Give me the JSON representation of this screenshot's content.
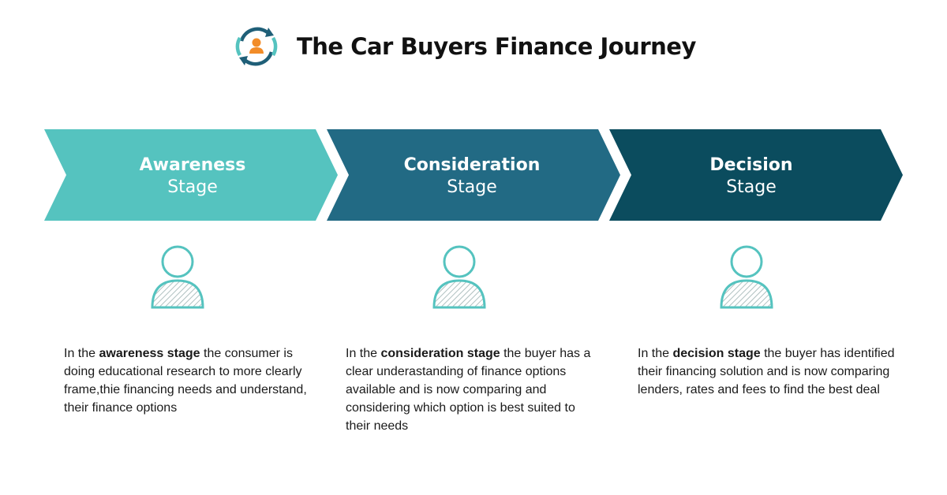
{
  "header": {
    "title": "The Car Buyers Finance Journey",
    "icon": "person-cycle-icon"
  },
  "colors": {
    "awareness": "#55c3bf",
    "consideration": "#226a84",
    "decision": "#0b4c5e",
    "person_outline": "#55c3bf",
    "logo_ring": "#1f5f78",
    "logo_person": "#f28c28"
  },
  "stages": [
    {
      "line1": "Awareness",
      "line2": "Stage",
      "desc_prefix": "In the ",
      "desc_bold": "awareness stage",
      "desc_rest": " the consumer is doing educational research to more clearly frame,thie financing needs and understand, their finance options"
    },
    {
      "line1": "Consideration",
      "line2": "Stage",
      "desc_prefix": "In the ",
      "desc_bold": "consideration stage",
      "desc_rest": " the  buyer has a clear underastanding of finance options available and is now comparing and considering which option is best suited to their needs"
    },
    {
      "line1": "Decision",
      "line2": "Stage",
      "desc_prefix": "In the ",
      "desc_bold": "decision stage",
      "desc_rest": " the  buyer has identified their financing solution and is now comparing lenders, rates  and fees to find the best deal"
    }
  ]
}
